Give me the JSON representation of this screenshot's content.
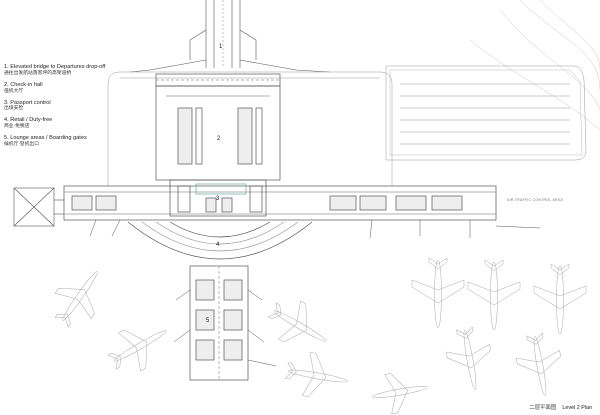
{
  "legend": [
    {
      "number": "1",
      "en": "Elevated bridge to Departures drop-off",
      "zh": "通往出发航站落客坪的高架道桥"
    },
    {
      "number": "2",
      "en": "Check-in hall",
      "zh": "值机大厅"
    },
    {
      "number": "3",
      "en": "Passport control",
      "zh": "出境安检"
    },
    {
      "number": "4",
      "en": "Retail / Duty-free",
      "zh": "商业·免税店"
    },
    {
      "number": "5",
      "en": "Lounge areas / Boarding gates",
      "zh": "候机厅·登机出口"
    }
  ],
  "plan_labels": {
    "zone_1": "1",
    "zone_2": "2",
    "zone_3": "3",
    "zone_4": "4",
    "zone_5": "5",
    "atc": "AIR TRAFFIC CONTROL AREA"
  },
  "caption": {
    "zh": "二层平面图",
    "en": "Level 2 Plan"
  },
  "colors": {
    "line": "#555555",
    "light_line": "#9a9a9a",
    "faint_line": "#c8c8c8",
    "accent": "#6aa89a"
  }
}
